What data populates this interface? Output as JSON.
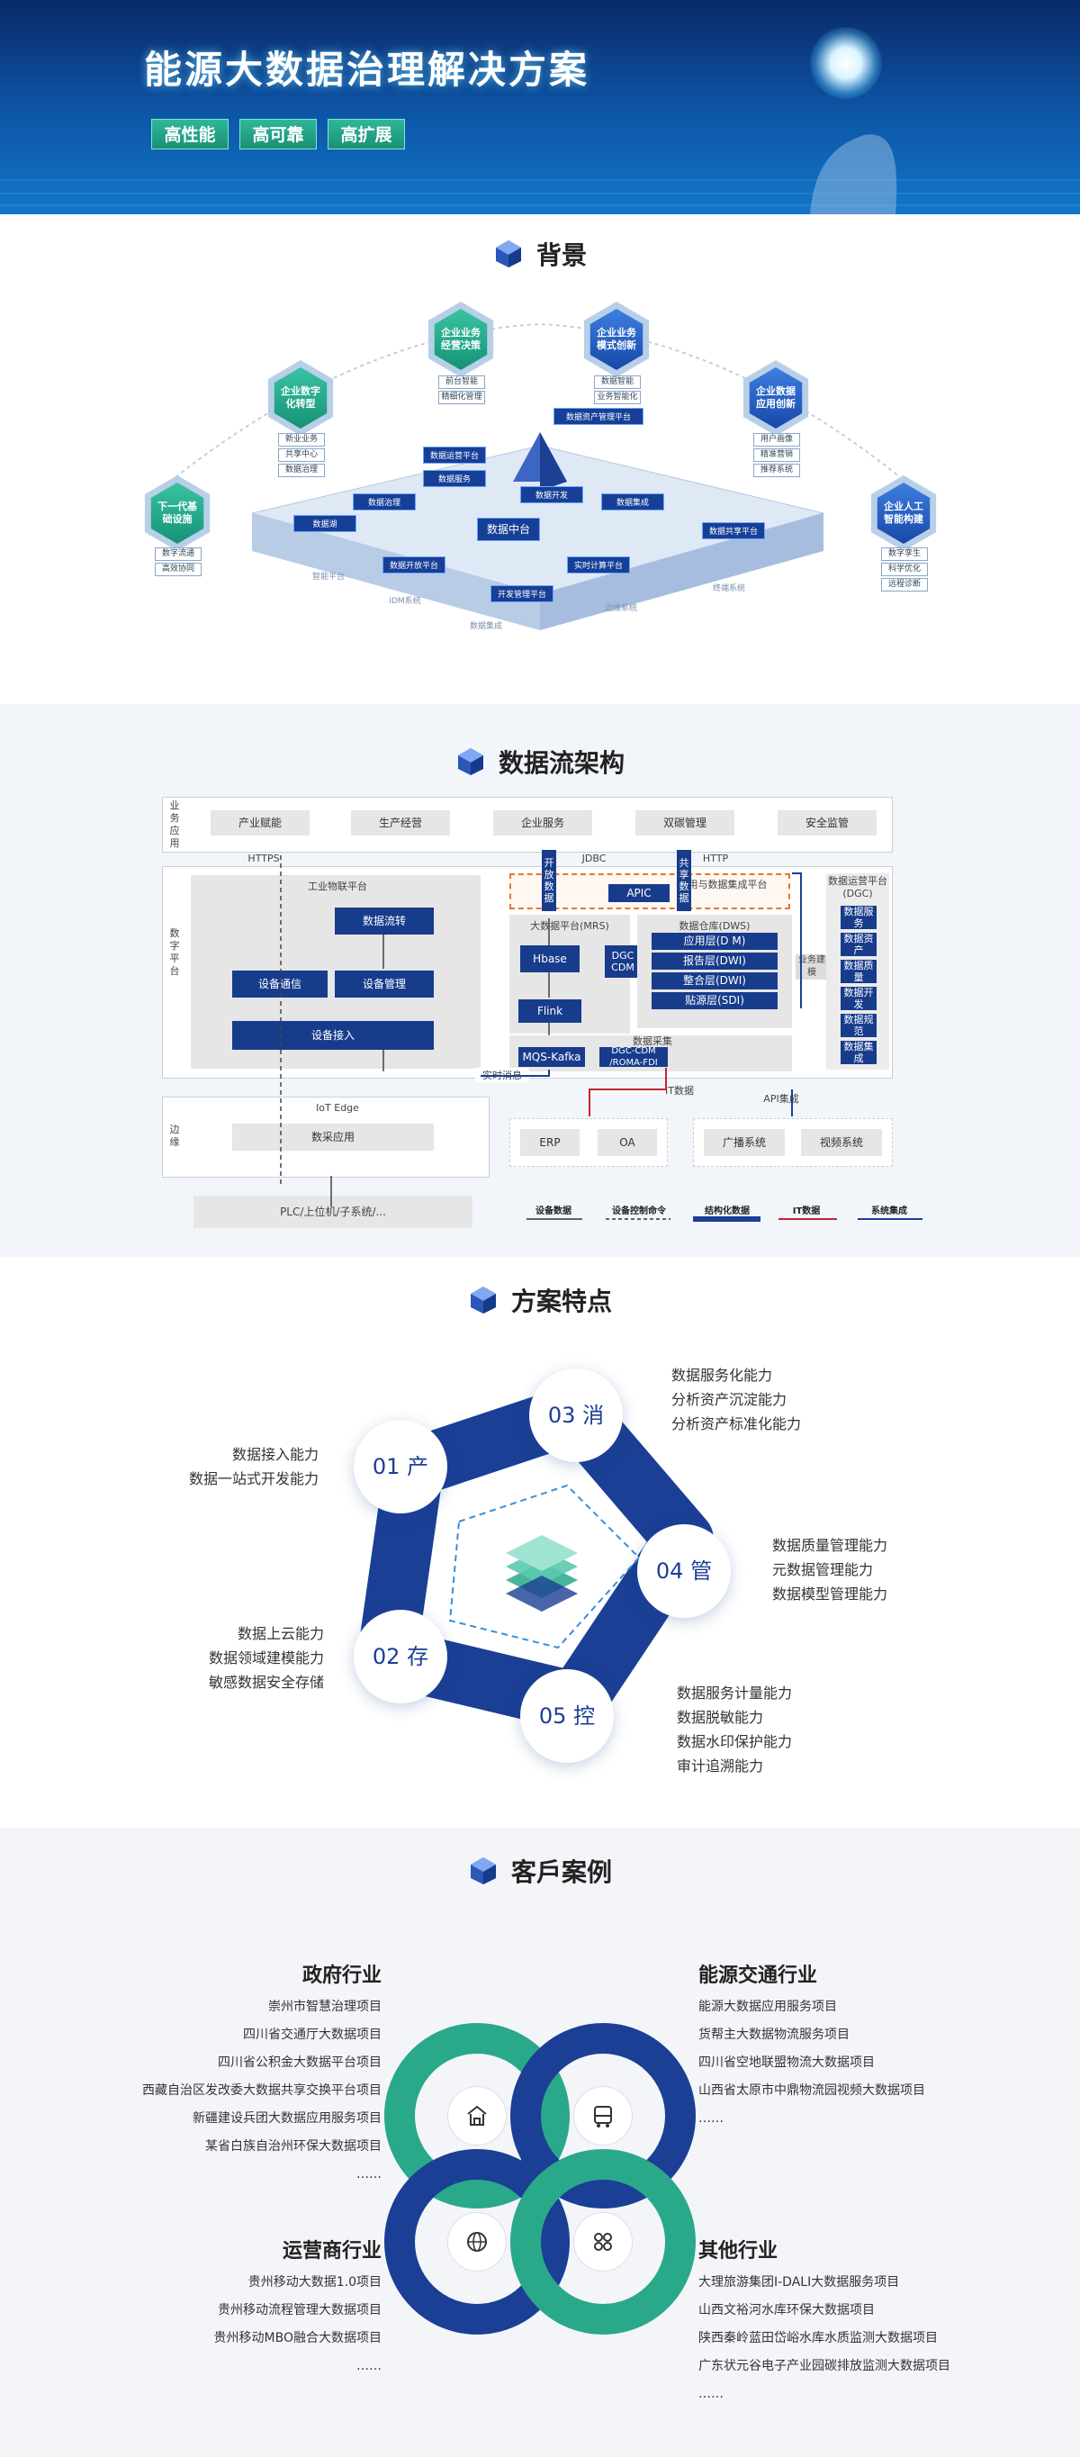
{
  "hero": {
    "title": "能源大数据治理解决方案",
    "tags": [
      "高性能",
      "高可靠",
      "高扩展"
    ]
  },
  "sections": {
    "background": "背景",
    "architecture": "数据流架构",
    "features": "方案特点",
    "cases": "客戶案例"
  },
  "background": {
    "hexes": [
      {
        "label": "下一代基础设施",
        "tags": [
          "数字流通",
          "高效协同"
        ]
      },
      {
        "label": "企业数字化转型",
        "tags": [
          "新业业务",
          "共享中心",
          "数据治理"
        ]
      },
      {
        "label": "企业业务经营决策",
        "tags": [
          "前台智能",
          "精细化管理"
        ]
      },
      {
        "label": "企业业务模式创新",
        "tags": [
          "数据智能",
          "业务智能化"
        ]
      },
      {
        "label": "企业数据应用创新",
        "tags": [
          "用户画像",
          "精准营销",
          "推荐系统"
        ]
      },
      {
        "label": "企业人工智能构建",
        "tags": [
          "数字孪生",
          "科学优化",
          "远程诊断"
        ]
      }
    ],
    "platform": {
      "center": "数据中台",
      "top": "数据资产管理平台",
      "modules": [
        "数据湖",
        "数据治理",
        "数据服务",
        "数据开发",
        "数据集成",
        "实时计算平台",
        "开发管理平台",
        "数据开放平台",
        "数据共享平台",
        "数据运营平台"
      ],
      "base": [
        "智能平台",
        "IDM系统",
        "数据集成",
        "边缘系统",
        "终端系统"
      ]
    }
  },
  "architecture": {
    "biz_label": "业务应用",
    "biz": [
      "产业赋能",
      "生产经营",
      "企业服务",
      "双碳管理",
      "安全监管"
    ],
    "https": "HTTPS",
    "jdbc": "JDBC",
    "http": "HTTP",
    "digital_label": "数字平台",
    "iot_platform": "工业物联平台",
    "data_flow": "数据流转",
    "device_comm": "设备通信",
    "device_mgmt": "设备管理",
    "device_access": "设备接入",
    "open_data": "开放数据",
    "shared_data": "共享数据",
    "integration": "应用与数据集成平台",
    "apic": "APIC",
    "mrs": "大数据平台(MRS)",
    "hbase": "Hbase",
    "dgc_cdm": "DGC CDM",
    "flink": "Flink",
    "dws": "数据仓库(DWS)",
    "dws_layers": [
      "应用层(D M)",
      "报告层(DWI)",
      "整合层(DWI)",
      "贴源层(SDI)"
    ],
    "biz_model": "业务建模",
    "dgc_title": "数据运营平台(DGC)",
    "dgc_items": [
      "数据服务",
      "数据资产",
      "数据质量",
      "数据开发",
      "数据规范",
      "数据集成"
    ],
    "collect": "数据采集",
    "mqs": "MQS-Kafka",
    "dgc_roma": "DGC-CDM /ROMA-FDI",
    "realtime": "实时消息",
    "it_data": "IT数据",
    "api_integ": "API集成",
    "edge_label": "边缘",
    "iot_edge": "IoT Edge",
    "collect_app": "数采应用",
    "plc": "PLC/上位机/子系统/...",
    "erp": "ERP",
    "oa": "OA",
    "broadcast": "广播系统",
    "video": "视频系统",
    "legend": [
      "设备数据",
      "设备控制命令",
      "结构化数据",
      "IT数据",
      "系统集成"
    ]
  },
  "features": {
    "nodes": [
      {
        "label": "01 产",
        "lines": [
          "数据接入能力",
          "数据一站式开发能力"
        ]
      },
      {
        "label": "03 消",
        "lines": [
          "数据服务化能力",
          "分析资产沉淀能力",
          "分析资产标准化能力"
        ]
      },
      {
        "label": "04 管",
        "lines": [
          "数据质量管理能力",
          "元数据管理能力",
          "数据模型管理能力"
        ]
      },
      {
        "label": "02 存",
        "lines": [
          "数据上云能力",
          "数据领域建模能力",
          "敏感数据安全存储"
        ]
      },
      {
        "label": "05 控",
        "lines": [
          "数据服务计量能力",
          "数据脱敏能力",
          "数据水印保护能力",
          "审计追溯能力"
        ]
      }
    ]
  },
  "cases": {
    "gov": {
      "title": "政府行业",
      "items": [
        "崇州市智慧治理项目",
        "四川省交通厅大数据项目",
        "四川省公积金大数据平台项目",
        "西藏自治区发改委大数据共享交换平台项目",
        "新疆建设兵团大数据应用服务项目",
        "某省白族自治州环保大数据项目",
        "……"
      ]
    },
    "energy": {
      "title": "能源交通行业",
      "items": [
        "能源大数据应用服务项目",
        "货帮主大数据物流服务项目",
        "四川省空地联盟物流大数据项目",
        "山西省太原市中鼎物流园视频大数据项目",
        "……"
      ]
    },
    "telecom": {
      "title": "运营商行业",
      "items": [
        "贵州移动大数据1.0项目",
        "贵州移动流程管理大数据项目",
        "贵州移动MBO融合大数据项目",
        "……"
      ]
    },
    "other": {
      "title": "其他行业",
      "items": [
        "大理旅游集团I-DALI大数据服务项目",
        "山西文裕河水库环保大数据项目",
        "陕西秦岭蓝田岱峪水库水质监测大数据项目",
        "广东状元谷电子产业园碳排放监测大数据项目",
        "……"
      ]
    }
  },
  "colors": {
    "navy": "#1a3f95",
    "teal": "#2aa88a"
  }
}
